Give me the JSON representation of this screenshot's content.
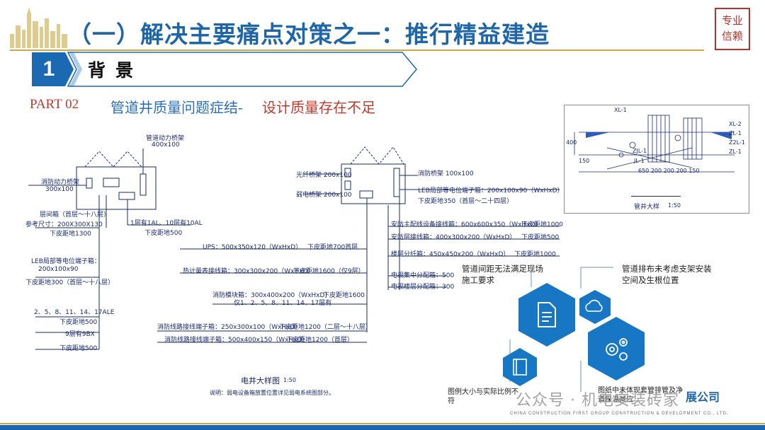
{
  "header": {
    "title": "（一）解决主要痛点对策之一：推行精益建造",
    "seal_text": "专业信赖"
  },
  "section": {
    "number": "1",
    "label": "背景"
  },
  "subtitle": {
    "part": "PART 02",
    "text_blue": "管道井质量问题症结-",
    "text_red": "设计质量存在不足"
  },
  "left_drawing": {
    "labels": {
      "pipe_bridge": "管道动力桥架",
      "pipe_bridge_size": "400x100",
      "fire_bridge": "消防动力桥架",
      "fire_bridge_size": "300x100",
      "distribution_box": "层间箱（首层～十八层）",
      "ref_size": "参考尺寸：200X300X130",
      "bottom1300": "下皮距地1300",
      "leb": "LEB局部等电位端子箱：",
      "leb_size": "200x100x90",
      "leb_bottom": "下皮距地300（首层～十八层）",
      "floors_al": "1层有1AL、10层有10AL",
      "bottom500_a": "下皮距地500",
      "floors_ale": "2、5、8、11、14、17ALE",
      "bottom500_b": "下皮距地500",
      "floor9": "9层有9BX",
      "bottom500_c": "下皮距地500"
    }
  },
  "mid_drawing": {
    "labels": {
      "light_bridge": "光纤桥架 200x100",
      "weak_bridge": "弱电桥架 200x100",
      "fire_bridge": "消防桥架 100x100",
      "leb": "LEB局部等电位端子箱：200x100x90（WxHxD）",
      "leb_bottom": "下皮距地350（首层～二十四层）",
      "security_box": "安防主配线设备接线箱：600x600x350（WxHxD）",
      "security_bottom": "下皮距地1000",
      "security_floor_box": "安防层接线箱：400x300x200（WxHxD）",
      "security_floor_bottom": "下皮距地500",
      "floor_splitter": "楼层分纤箱：450x450x200（WxHxD）",
      "floor_splitter_bottom": "下皮距地1000",
      "tv_box": "电视集中分配箱：500",
      "tv_floor_box": "电视楼层分配箱：300",
      "ups": "UPS：500x350x120（WxHxD）",
      "ups_bottom": "下皮距地700首层",
      "hot_box": "热计量表接线箱：300x300x200（WxHxD）",
      "hot_bottom": "下皮距地1600（仅9层）",
      "fire_link": "消防模块箱：300x400x200（WxHxD）",
      "fire_link_bottom": "下皮距地1600",
      "fire_link_floors": "仅1、2、5、8、11、14、17层有",
      "fire_terminal": "消防线路接线端子箱：250x300x100（WxHxD）",
      "fire_terminal_bottom": "下皮距地1200（二层～十八层）",
      "fire_terminal2": "消防线路接线端子箱：500x400x150（WxHxD）",
      "fire_terminal2_bottom": "下皮距地1200（首层）",
      "caption": "电井大样图",
      "scale": "1:50",
      "note": "说明：弱电设备箱放置位置详见弱电系统图部分。"
    }
  },
  "detail_drawing": {
    "labels": {
      "xl1": "XL-1",
      "xl2": "XL-2",
      "zl1a": "ZL-1",
      "zl1b": "Z2L-1",
      "zl1c": "ZL-1",
      "jl1": "JL-1",
      "zjl1": "ZJL-1",
      "dim400": "400",
      "dim150": "150",
      "dims": "650 200 200 200 150",
      "caption": "管井大样",
      "scale": "1:50"
    }
  },
  "issues": {
    "top_left": "管道间距无法满足现场施工要求",
    "top_right": "管道排布未考虑支架安装空间及生根位置",
    "bottom_left": "图例大小与实际比例不符",
    "bottom_right": "图纸中未体现套管排管及净道保温减应"
  },
  "icons": {
    "hex_left": "document-icon",
    "hex_top_right": "cloud-icon",
    "hex_right": "gears-icon",
    "hex_bottom": "book-icon"
  },
  "footer": {
    "watermark": "公众号 · 机电安装砖家",
    "company_en": "CHINA CONSTRUCTION FIRST GROUP CONSTRUCTION & DEVELOPMENT CO., LTD.",
    "company_short": "展公司"
  },
  "colors": {
    "title_blue": "#1f66a8",
    "banner_blue": "#1b68b3",
    "hex_blue": "#1877c4",
    "accent_red": "#c0392b",
    "gold": "#c9a94a"
  }
}
